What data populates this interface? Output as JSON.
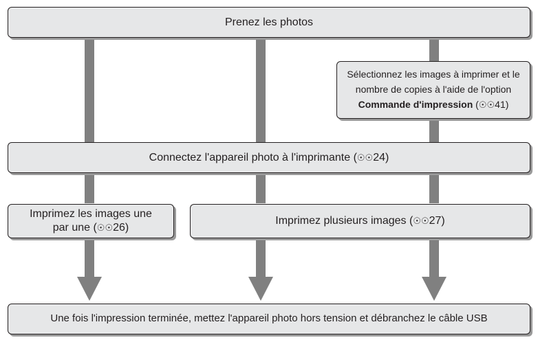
{
  "colors": {
    "box_fill": "#e6e7e8",
    "border": "#231f20",
    "arrow": "#808080",
    "shadow": "#9a9a9a"
  },
  "icons": {
    "reference": "reference-binoculars-icon"
  },
  "ref_glyph": "☉☉",
  "steps": {
    "take_photos": "Prenez les photos",
    "select_images": {
      "line1": "Sélectionnez les images à imprimer et le",
      "line2": "nombre de copies à l'aide de l'option",
      "bold": "Commande d'impression",
      "open": " (",
      "ref": "41",
      "close": ")"
    },
    "connect": {
      "text": "Connectez l'appareil photo à l'imprimante (",
      "ref": "24",
      "close": ")"
    },
    "print_one": {
      "line1": "Imprimez les images une",
      "line2": "par une (",
      "ref": "26",
      "close": ")"
    },
    "print_multiple": {
      "text": "Imprimez plusieurs images (",
      "ref": "27",
      "close": ")"
    },
    "finish": "Une fois l'impression terminée, mettez l'appareil photo hors tension et débranchez le câble USB"
  }
}
